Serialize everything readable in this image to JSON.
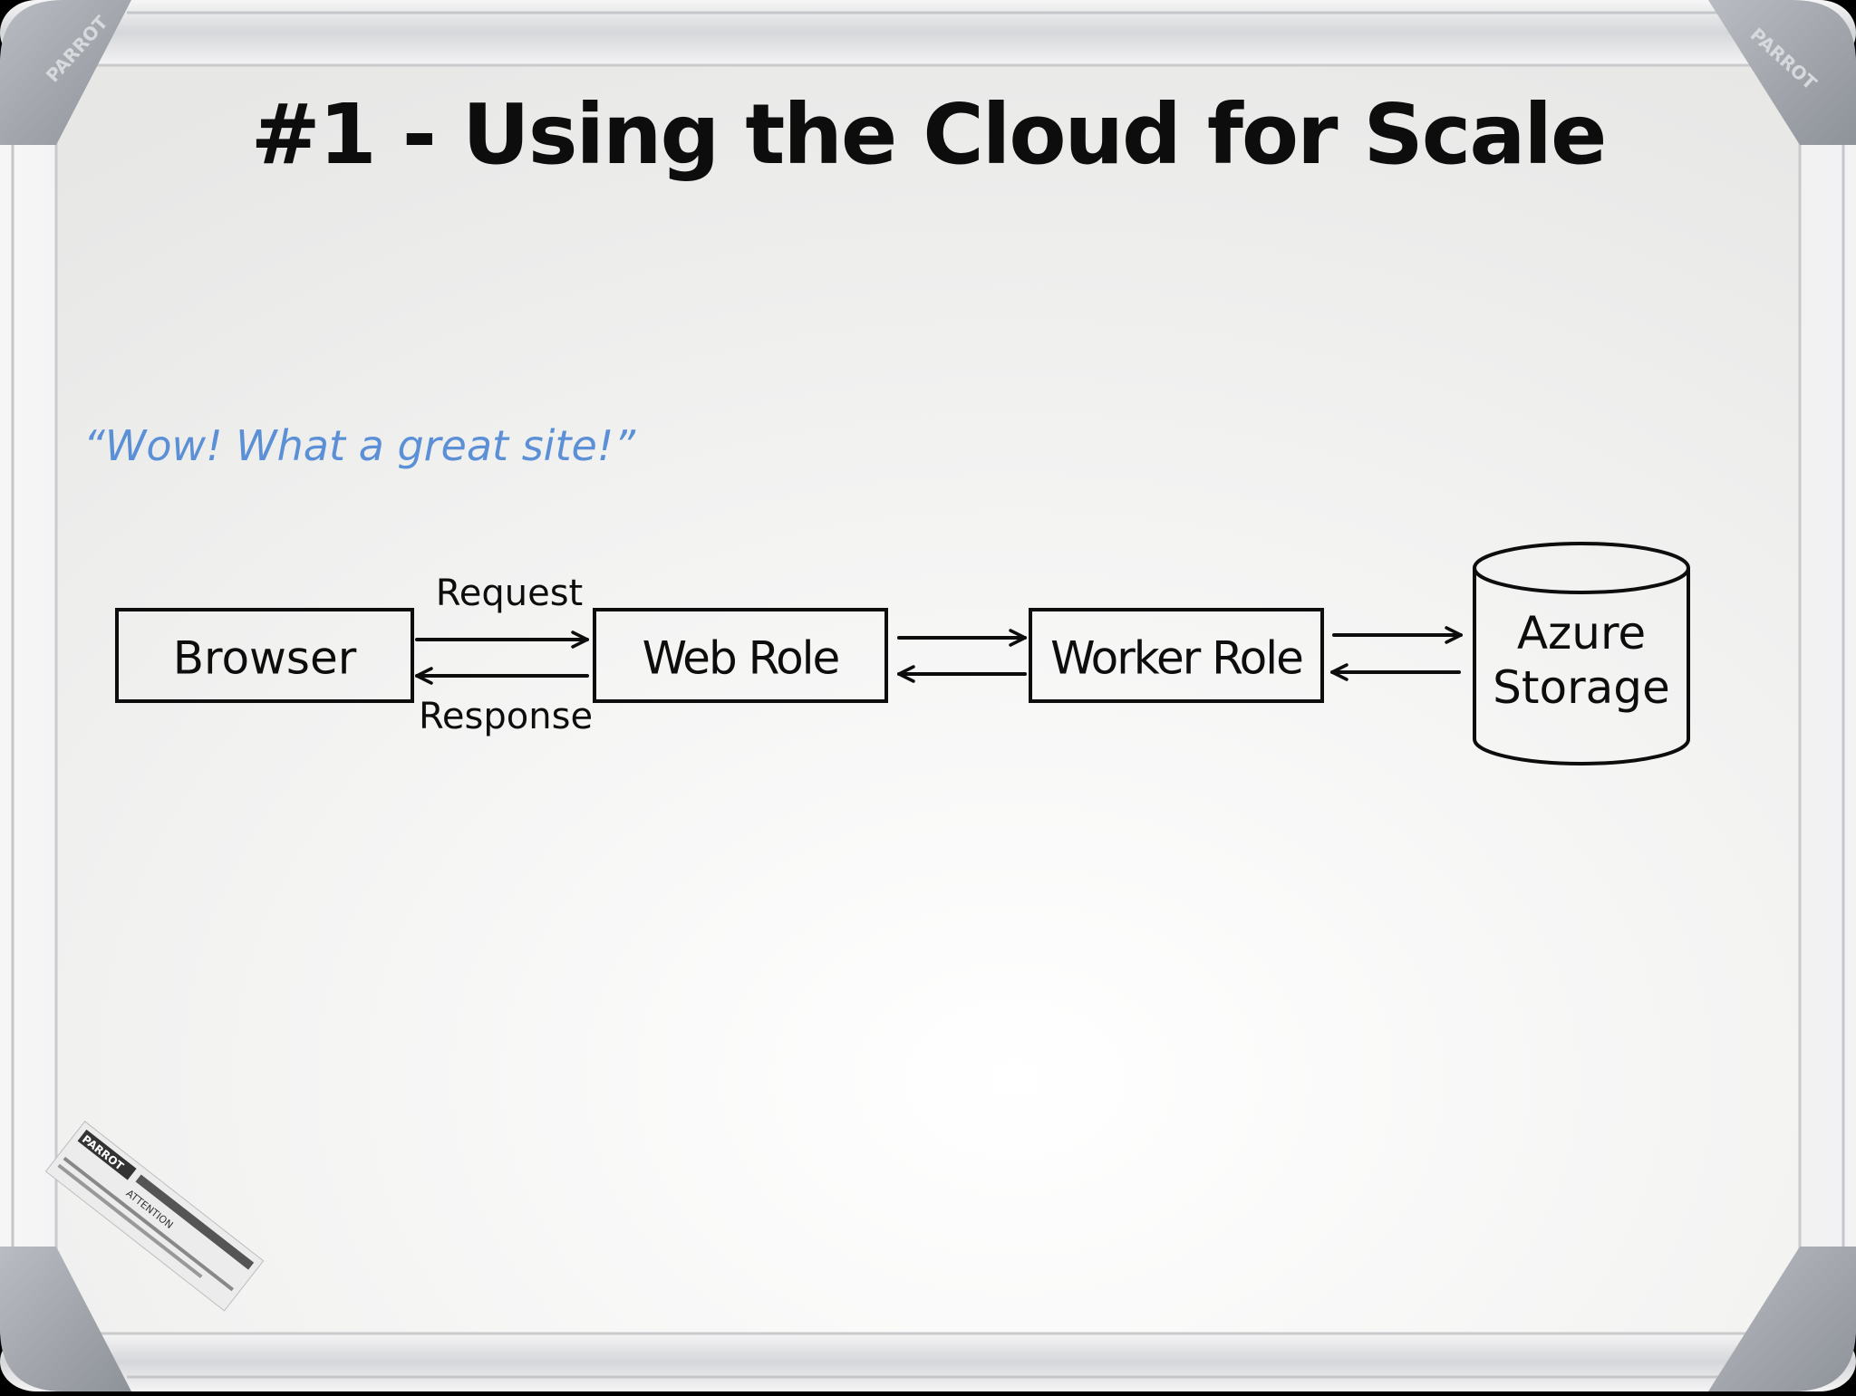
{
  "slide": {
    "title": "#1  - Using the Cloud for Scale",
    "quote": "“Wow!  What a great site!”",
    "colors": {
      "ink": "#0d0d0d",
      "quote_blue": "#5b8fd6",
      "board": "#efefee",
      "frame": "#e3e3e5"
    }
  },
  "frame": {
    "brand": "PARROT",
    "sticker_heading": "PARROT",
    "sticker_notice": "ATTENTION"
  },
  "diagram": {
    "nodes": {
      "browser": "Browser",
      "web_role": "Web Role",
      "worker_role": "Worker Role",
      "storage_line1": "Azure",
      "storage_line2": "Storage"
    },
    "edges": {
      "request": "Request",
      "response": "Response"
    }
  }
}
